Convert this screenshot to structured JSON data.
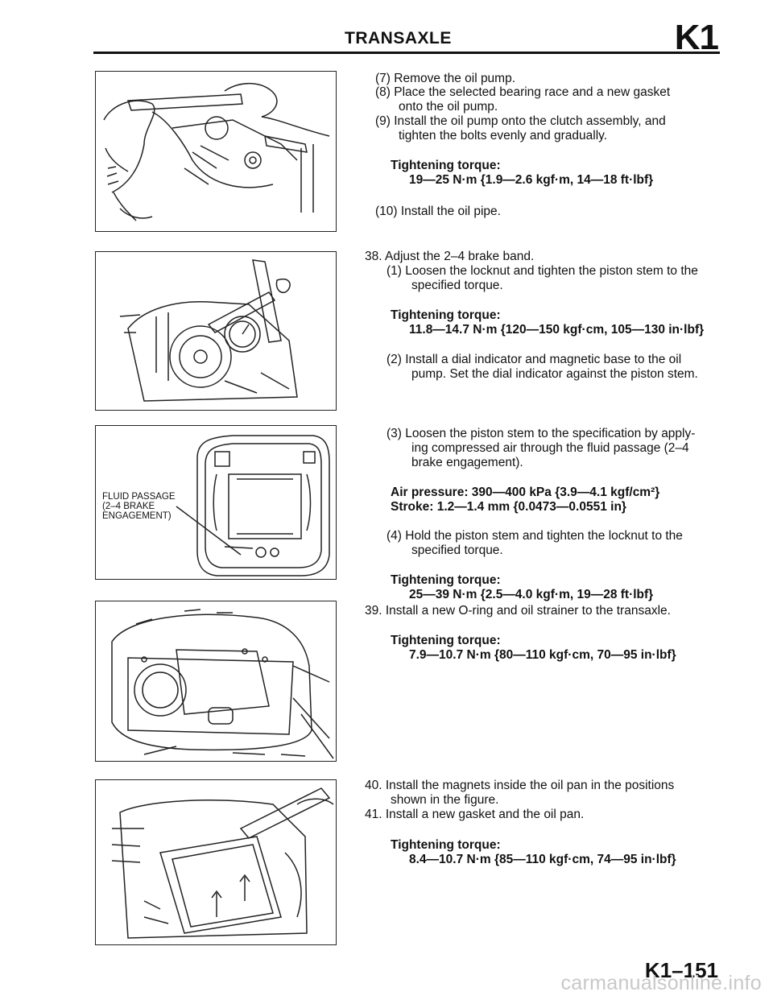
{
  "header": {
    "title": "TRANSAXLE",
    "section": "K1"
  },
  "figures": {
    "fig3_callout": [
      "FLUID PASSAGE",
      "(2–4 BRAKE",
      "ENGAGEMENT)"
    ]
  },
  "steps": {
    "s7": "(7)  Remove the oil pump.",
    "s8a": "(8)  Place the selected bearing race and a new gasket",
    "s8b": "onto the oil pump.",
    "s9a": "(9)  Install the oil pump onto the clutch assembly, and",
    "s9b": "tighten the bolts evenly and gradually.",
    "t1_label": "Tightening torque:",
    "t1_value": "19—25 N·m {1.9—2.6 kgf·m, 14—18 ft·lbf}",
    "s10": "(10) Install the oil pipe.",
    "s38": "38.  Adjust the 2–4 brake band.",
    "s38_1a": "(1)  Loosen the locknut and tighten the piston stem to the",
    "s38_1b": "specified torque.",
    "t2_label": "Tightening torque:",
    "t2_value": "11.8—14.7 N·m {120—150 kgf·cm, 105—130 in·lbf}",
    "s38_2a": "(2)  Install a dial indicator and magnetic base to the oil",
    "s38_2b": "pump. Set the dial indicator against the piston stem.",
    "s38_3a": "(3)  Loosen the piston stem to the specification by apply-",
    "s38_3b": "ing compressed air through the fluid passage (2–4",
    "s38_3c": "brake engagement).",
    "air_pressure": "Air pressure: 390—400 kPa {3.9—4.1 kgf/cm²}",
    "stroke": "Stroke: 1.2—1.4 mm {0.0473—0.0551 in}",
    "s38_4a": "(4)  Hold the piston stem and tighten the locknut to the",
    "s38_4b": "specified torque.",
    "t3_label": "Tightening torque:",
    "t3_value": "25—39 N·m {2.5—4.0 kgf·m, 19—28 ft·lbf}",
    "s39": "39.  Install a new O-ring and oil strainer to the transaxle.",
    "t4_label": "Tightening torque:",
    "t4_value": "7.9—10.7 N·m {80—110 kgf·cm, 70—95 in·lbf}",
    "s40a": "40.  Install the magnets inside the oil pan in the positions",
    "s40b": "shown in the figure.",
    "s41": "41.  Install a new gasket and the oil pan.",
    "t5_label": "Tightening torque:",
    "t5_value": "8.4—10.7 N·m {85—110 kgf·cm, 74—95 in·lbf}"
  },
  "footer": {
    "page": "K1–151",
    "watermark": "carmanualsonline.info"
  }
}
